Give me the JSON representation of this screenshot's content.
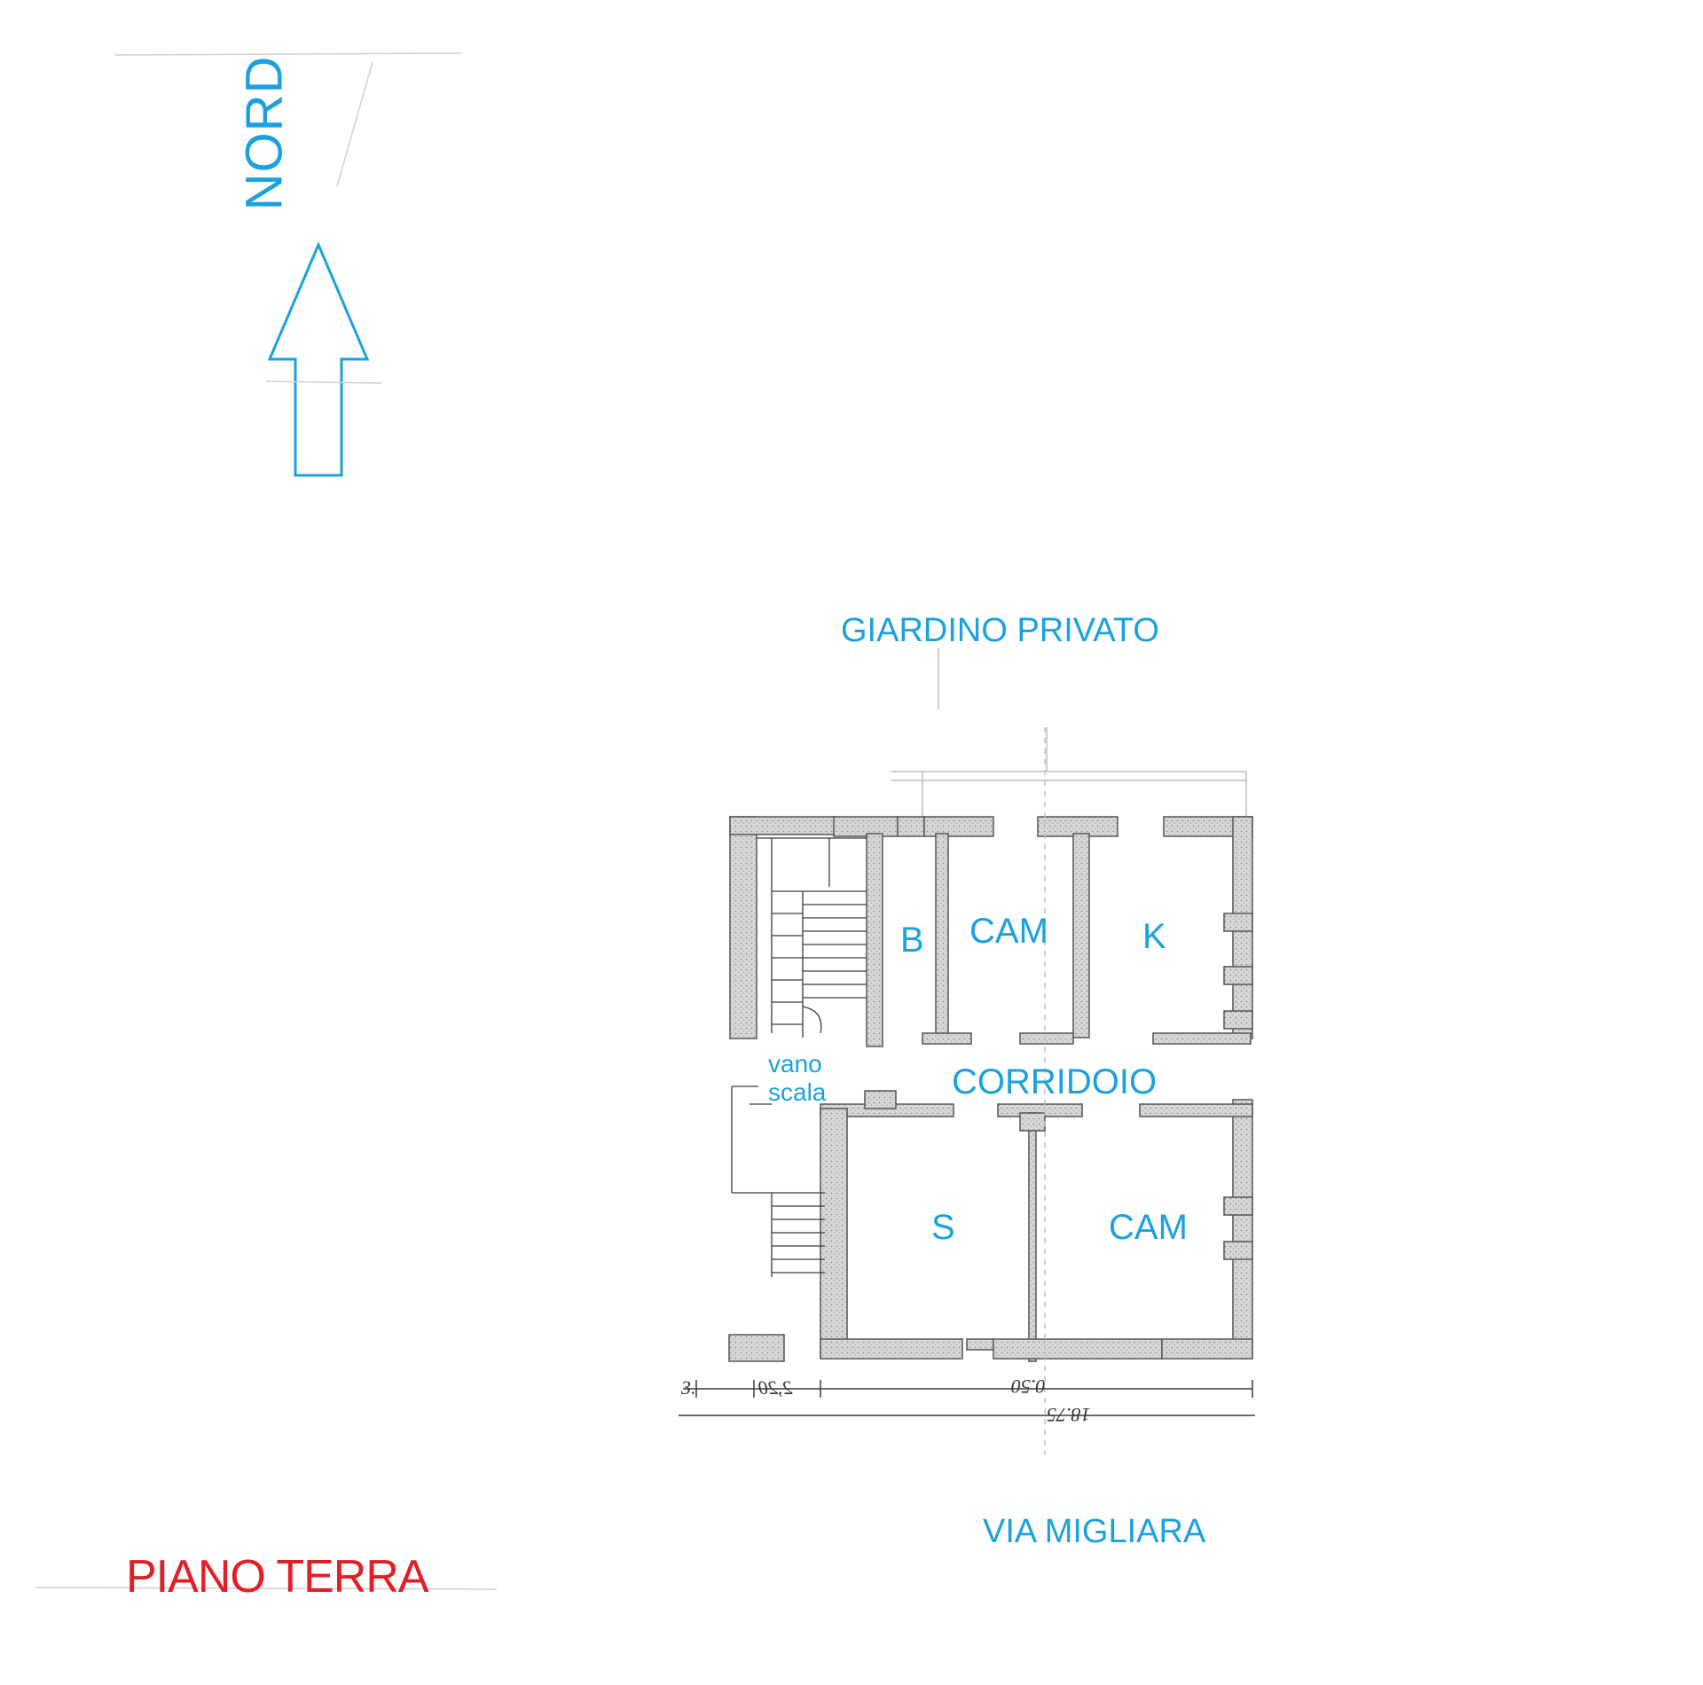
{
  "north_label": "NORD",
  "floor_title": "PIANO TERRA",
  "surroundings": {
    "top": "GIARDINO PRIVATO",
    "bottom": "VIA MIGLIARA"
  },
  "rooms": {
    "bath": "B",
    "bedroom_north": "CAM",
    "kitchen": "K",
    "corridor": "CORRIDOIO",
    "stair_line1": "vano",
    "stair_line2": "scala",
    "living": "S",
    "bedroom_south": "CAM"
  },
  "dimensions": {
    "d1": "3.",
    "d2": "2,20",
    "d3": "0.50",
    "total": "18.75"
  },
  "colors": {
    "label_blue": "#1ba1de",
    "title_red": "#e21e26",
    "wall_gray": "#9a9a9a",
    "line_dark": "#3a3a3a"
  }
}
